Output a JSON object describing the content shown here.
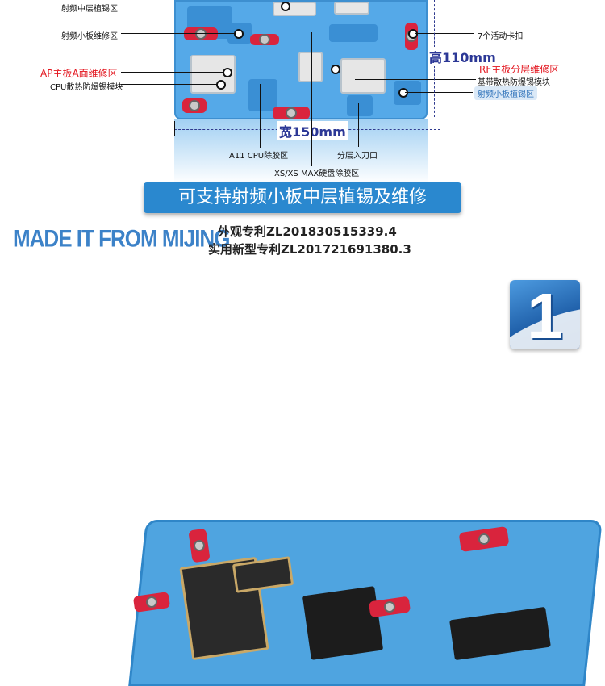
{
  "diagram": {
    "labels_left": {
      "rf_mid": "射频中层植锡区",
      "rf_small": "射频小板维修区",
      "ap_main": "AP主板A面维修区",
      "cpu_heat": "CPU散热防爆锡模块"
    },
    "labels_right": {
      "clips": "7个活动卡扣",
      "rf_main": "RF主板分层维修区",
      "base_heat": "基带散热防爆锡模块",
      "rf_small_tin": "射频小板植锡区"
    },
    "labels_bottom": {
      "a11": "A11 CPU除胶区",
      "layer": "分层入刀口",
      "xs": "XS/XS MAX硬盘除胶区"
    },
    "dimensions": {
      "height": "高110mm",
      "width": "宽150mm"
    }
  },
  "banner": "可支持射频小板中层植锡及维修",
  "brand": "MADE IT FROM MIJING",
  "patents": {
    "design": "外观专利ZL201830515339.4",
    "utility": "实用新型专利ZL201721691380.3"
  },
  "step_badge": "1",
  "colors": {
    "plate_blue": "#55a9e8",
    "clip_red": "#d9243d",
    "banner_blue": "#2a88cf",
    "label_red": "#e3161f",
    "dimension_blue": "#2c3896"
  }
}
